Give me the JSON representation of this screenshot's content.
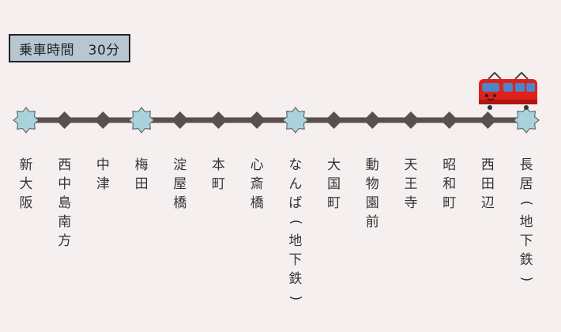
{
  "ride_info": {
    "label": "乗車時間　30分"
  },
  "colors": {
    "line": "#5a4f4c",
    "major_stop": "#a9d2dc",
    "train_body": "#e0201a",
    "background": "#f5f0ef"
  },
  "icons": {
    "train": "train-icon",
    "major_stop": "star-stop-icon",
    "minor_stop": "diamond-stop-icon"
  },
  "stations": [
    {
      "name": "新大阪",
      "major": true
    },
    {
      "name": "西中島南方",
      "major": false
    },
    {
      "name": "中津",
      "major": false
    },
    {
      "name": "梅田",
      "major": true
    },
    {
      "name": "淀屋橋",
      "major": false
    },
    {
      "name": "本町",
      "major": false
    },
    {
      "name": "心斎橋",
      "major": false
    },
    {
      "name": "なんば(地下鉄)",
      "major": true
    },
    {
      "name": "大国町",
      "major": false
    },
    {
      "name": "動物園前",
      "major": false
    },
    {
      "name": "天王寺",
      "major": false
    },
    {
      "name": "昭和町",
      "major": false
    },
    {
      "name": "西田辺",
      "major": false
    },
    {
      "name": "長居(地下鉄)",
      "major": true
    }
  ]
}
